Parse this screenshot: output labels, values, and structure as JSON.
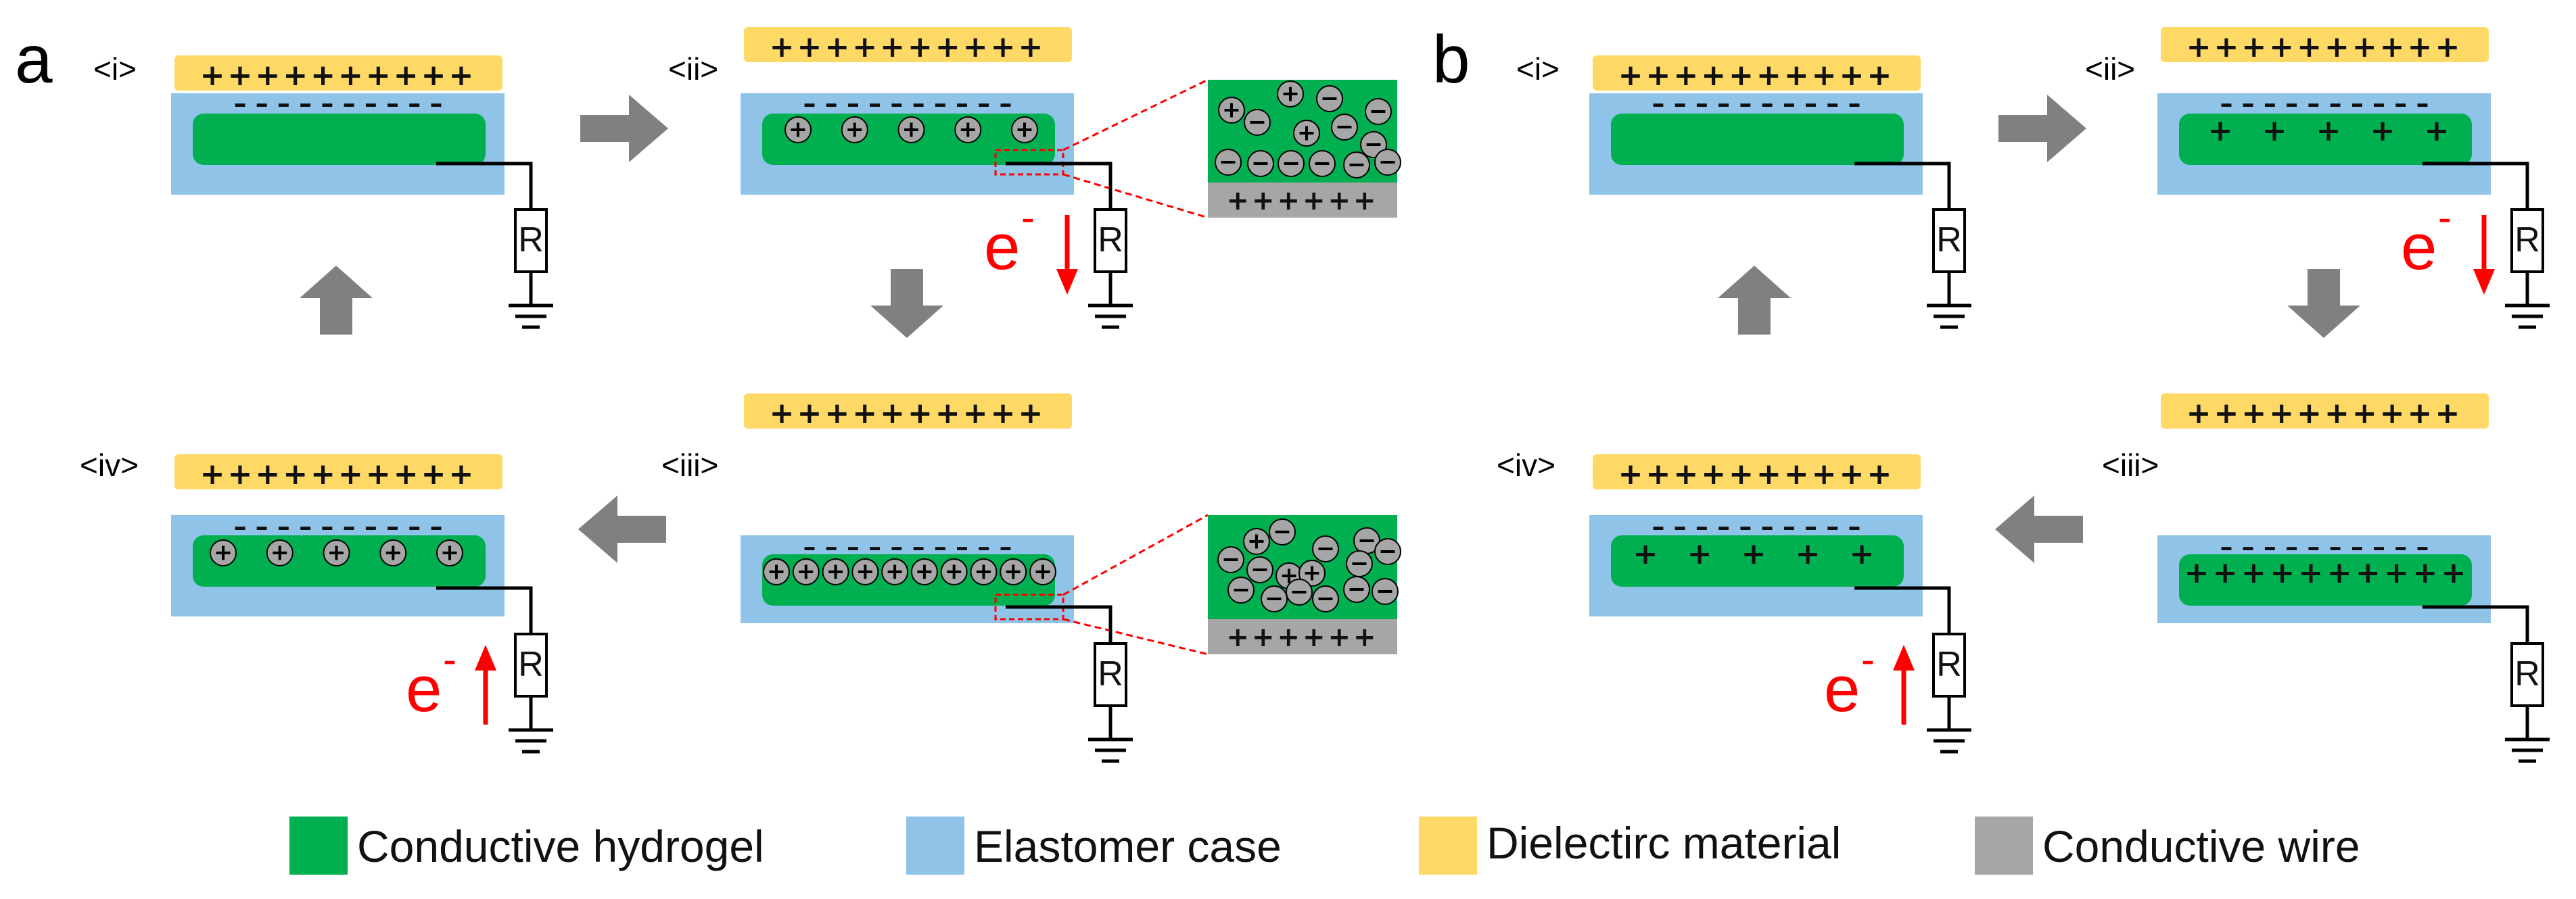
{
  "figure": {
    "panels": [
      {
        "letter": "a",
        "stages": [
          {
            "label": "<i>",
            "dielectric_signs": "++++++++++",
            "case_top_signs": "– – – – – – – – – –",
            "hydrogel_ions": "none",
            "electron_flow": "none"
          },
          {
            "label": "<ii>",
            "dielectric_signs": "++++++++++",
            "case_top_signs": "– – – – – – – – – –",
            "hydrogel_ions": "5 cations",
            "electron_flow": "down"
          },
          {
            "label": "<iii>",
            "dielectric_signs": "++++++++++",
            "case_top_signs": "– – – – – – – – – –",
            "hydrogel_ions": "10 cations",
            "electron_flow": "none"
          },
          {
            "label": "<iv>",
            "dielectric_signs": "++++++++++",
            "case_top_signs": "– – – – – – – – – –",
            "hydrogel_ions": "5 cations",
            "electron_flow": "up"
          }
        ]
      },
      {
        "letter": "b",
        "stages": [
          {
            "label": "<i>",
            "dielectric_signs": "++++++++++",
            "case_top_signs": "– – – – – – – – – –",
            "hydrogel_ions": "none",
            "electron_flow": "none"
          },
          {
            "label": "<ii>",
            "dielectric_signs": "++++++++++",
            "case_top_signs": "– – – – – – – – – –",
            "hydrogel_ions": "5 plus",
            "electron_flow": "down"
          },
          {
            "label": "<iii>",
            "dielectric_signs": "++++++++++",
            "case_top_signs": "– – – – – – – – – –",
            "hydrogel_ions": "10 plus",
            "electron_flow": "none"
          },
          {
            "label": "<iv>",
            "dielectric_signs": "++++++++++",
            "case_top_signs": "– – – – – – – – – –",
            "hydrogel_ions": "5 plus",
            "electron_flow": "up"
          }
        ]
      }
    ],
    "resistor_label": "R",
    "electron_symbol": "e",
    "electron_superscript": "-",
    "insets": [
      {
        "hydrogel_ions_top": "cations and anions",
        "wire_signs": "++++++"
      },
      {
        "hydrogel_ions_top": "cations and anions",
        "wire_signs": "++++++"
      }
    ]
  },
  "legend": {
    "items": [
      {
        "label": "Conductive hydrogel",
        "color": "#00b050"
      },
      {
        "label": "Elastomer case",
        "color": "#8fc4e8"
      },
      {
        "label": "Dielectirc material",
        "color": "#ffd966"
      },
      {
        "label": "Conductive wire",
        "color": "#a6a6a6"
      }
    ]
  },
  "colors": {
    "hydrogel": "#00b050",
    "case": "#8fc4e8",
    "dielectric": "#ffd966",
    "wire": "#a6a6a6",
    "arrow": "#808080",
    "electron": "#ff0000",
    "inset_guide": "#ff0000"
  }
}
